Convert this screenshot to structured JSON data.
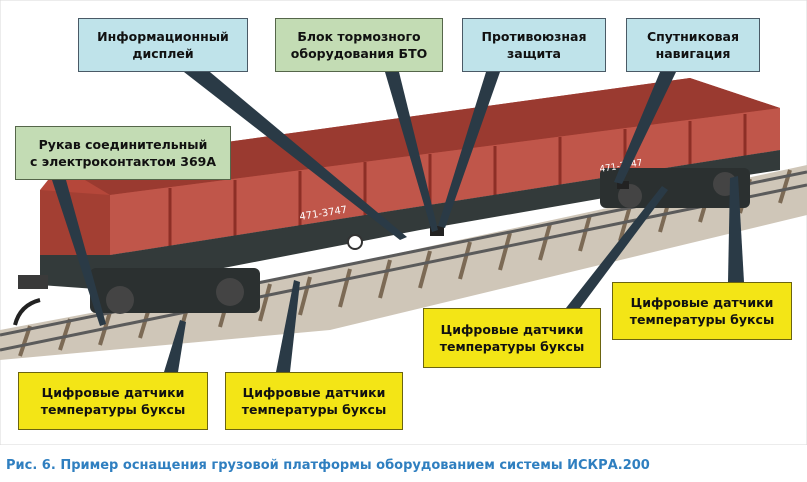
{
  "callouts": {
    "info_display": "Информационный\nдисплей",
    "bto_block": "Блок тормозного\nоборудования БТО",
    "anti_theft": "Противоюзная\nзащита",
    "satnav": "Спутниковая\nнавигация",
    "hose": "Рукав соединительный\nс электроконтактом 369А",
    "sensor_right": "Цифровые датчики\nтемпературы буксы",
    "sensor_center": "Цифровые датчики\nтемпературы буксы",
    "sensor_left1": "Цифровые датчики\nтемпературы буксы",
    "sensor_left2": "Цифровые датчики\nтемпературы буксы"
  },
  "wagon": {
    "number_front": "471-3747",
    "number_rear": "471-3747"
  },
  "caption": "Рис. 6. Пример оснащения грузовой платформы оборудованием системы ИСКРА.200",
  "colors": {
    "callout_blue": "#bfe3ea",
    "callout_green": "#c3dcb4",
    "callout_yellow": "#f3e516",
    "wagon_body": "#b5473a",
    "caption_text": "#2f7fc0"
  }
}
